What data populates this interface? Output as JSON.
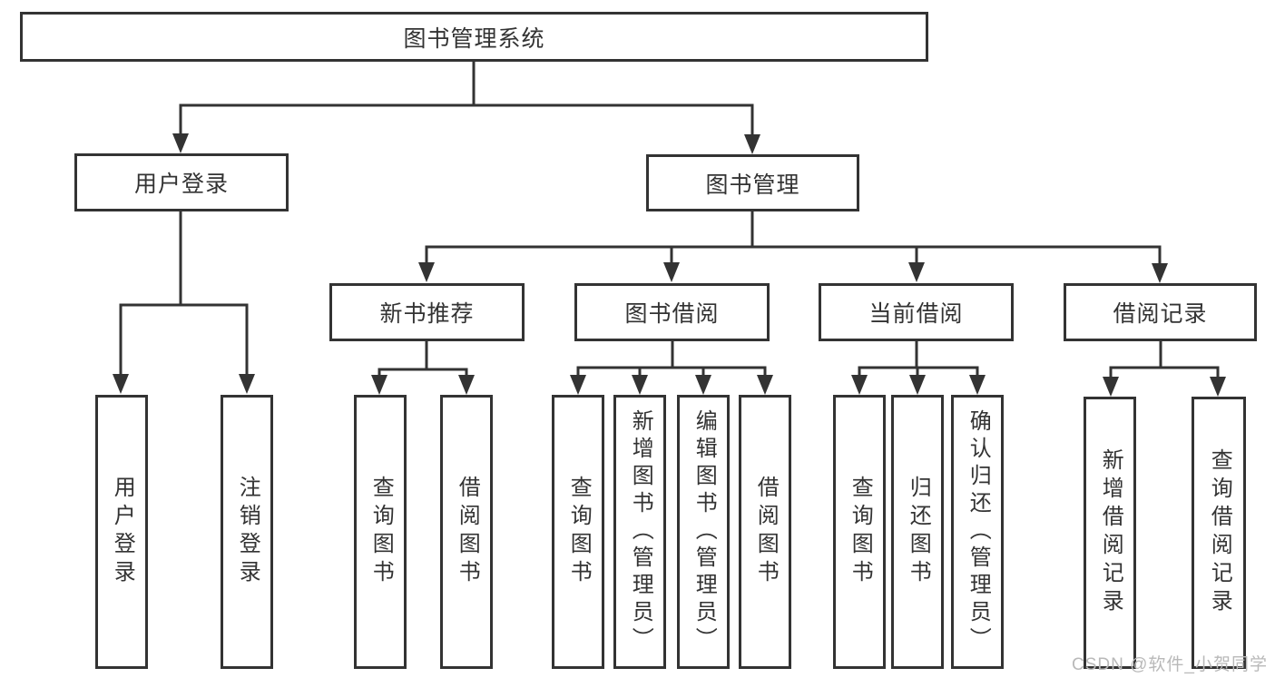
{
  "diagram": {
    "title": "图书管理系统",
    "level2": [
      {
        "label": "用户登录"
      },
      {
        "label": "图书管理"
      }
    ],
    "level3": [
      {
        "label": "新书推荐"
      },
      {
        "label": "图书借阅"
      },
      {
        "label": "当前借阅"
      },
      {
        "label": "借阅记录"
      }
    ],
    "leaves": [
      {
        "label": "用户登录"
      },
      {
        "label": "注销登录"
      },
      {
        "label": "查询图书"
      },
      {
        "label": "借阅图书"
      },
      {
        "label": "查询图书"
      },
      {
        "label": "新增图书（管理员）"
      },
      {
        "label": "编辑图书（管理员）"
      },
      {
        "label": "借阅图书"
      },
      {
        "label": "查询图书"
      },
      {
        "label": "归还图书"
      },
      {
        "label": "确认归还（管理员）"
      },
      {
        "label": "新增借阅记录"
      },
      {
        "label": "查询借阅记录"
      }
    ],
    "watermark": "CSDN @软件_小贺同学",
    "colors": {
      "line": "#333333",
      "text": "#333333",
      "watermark": "#b9b9b9",
      "background": "#ffffff"
    }
  }
}
